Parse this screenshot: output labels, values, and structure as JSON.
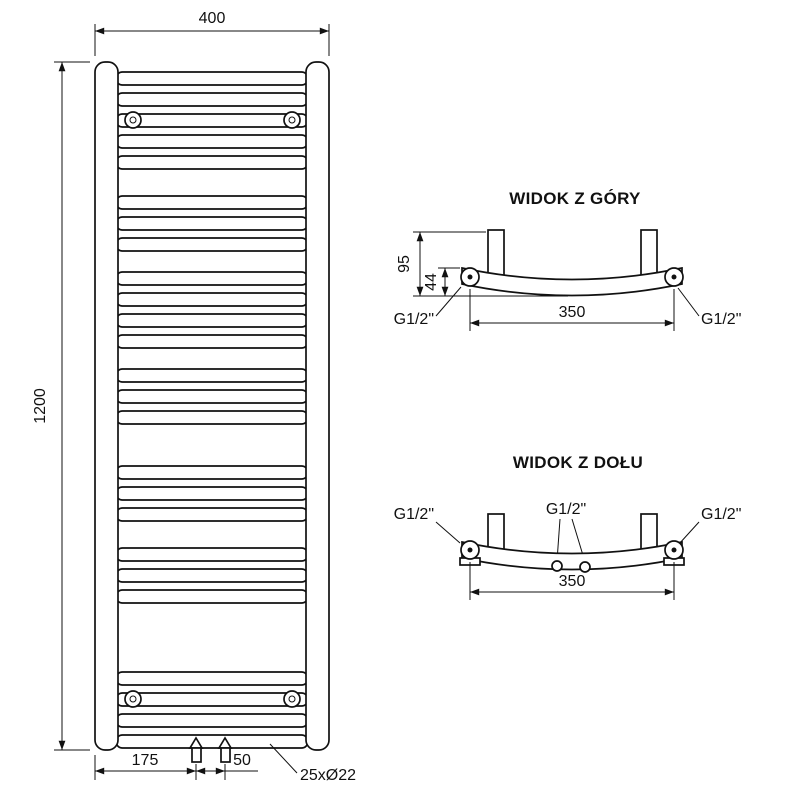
{
  "front_view": {
    "dim_width": "400",
    "dim_height": "1200",
    "dim_bottom_left": "175",
    "dim_bottom_center": "50",
    "tubes_label": "25xØ22"
  },
  "top_view": {
    "title": "WIDOK Z GÓRY",
    "dim_depth": "95",
    "dim_bow": "44",
    "dim_span": "350",
    "left_thread": "G1/2\"",
    "right_thread": "G1/2\""
  },
  "bottom_view": {
    "title": "WIDOK Z DOŁU",
    "dim_span": "350",
    "left_thread": "G1/2\"",
    "center_thread": "G1/2\"",
    "right_thread": "G1/2\""
  }
}
